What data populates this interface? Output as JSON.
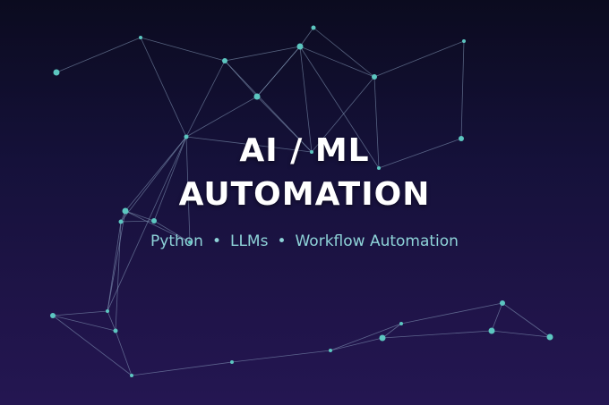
{
  "colors": {
    "background_top": "#0b0b1f",
    "background_bottom": "#241652",
    "node": "#5cc6c0",
    "edge": "#8fa6c4",
    "title": "#ffffff",
    "subtitle": "#8ed3d8"
  },
  "title": {
    "line1": "AI / ML",
    "line2": "AUTOMATION"
  },
  "subtitle": {
    "items": [
      "Python",
      "LLMs",
      "Workflow Automation"
    ],
    "separator": "•"
  }
}
